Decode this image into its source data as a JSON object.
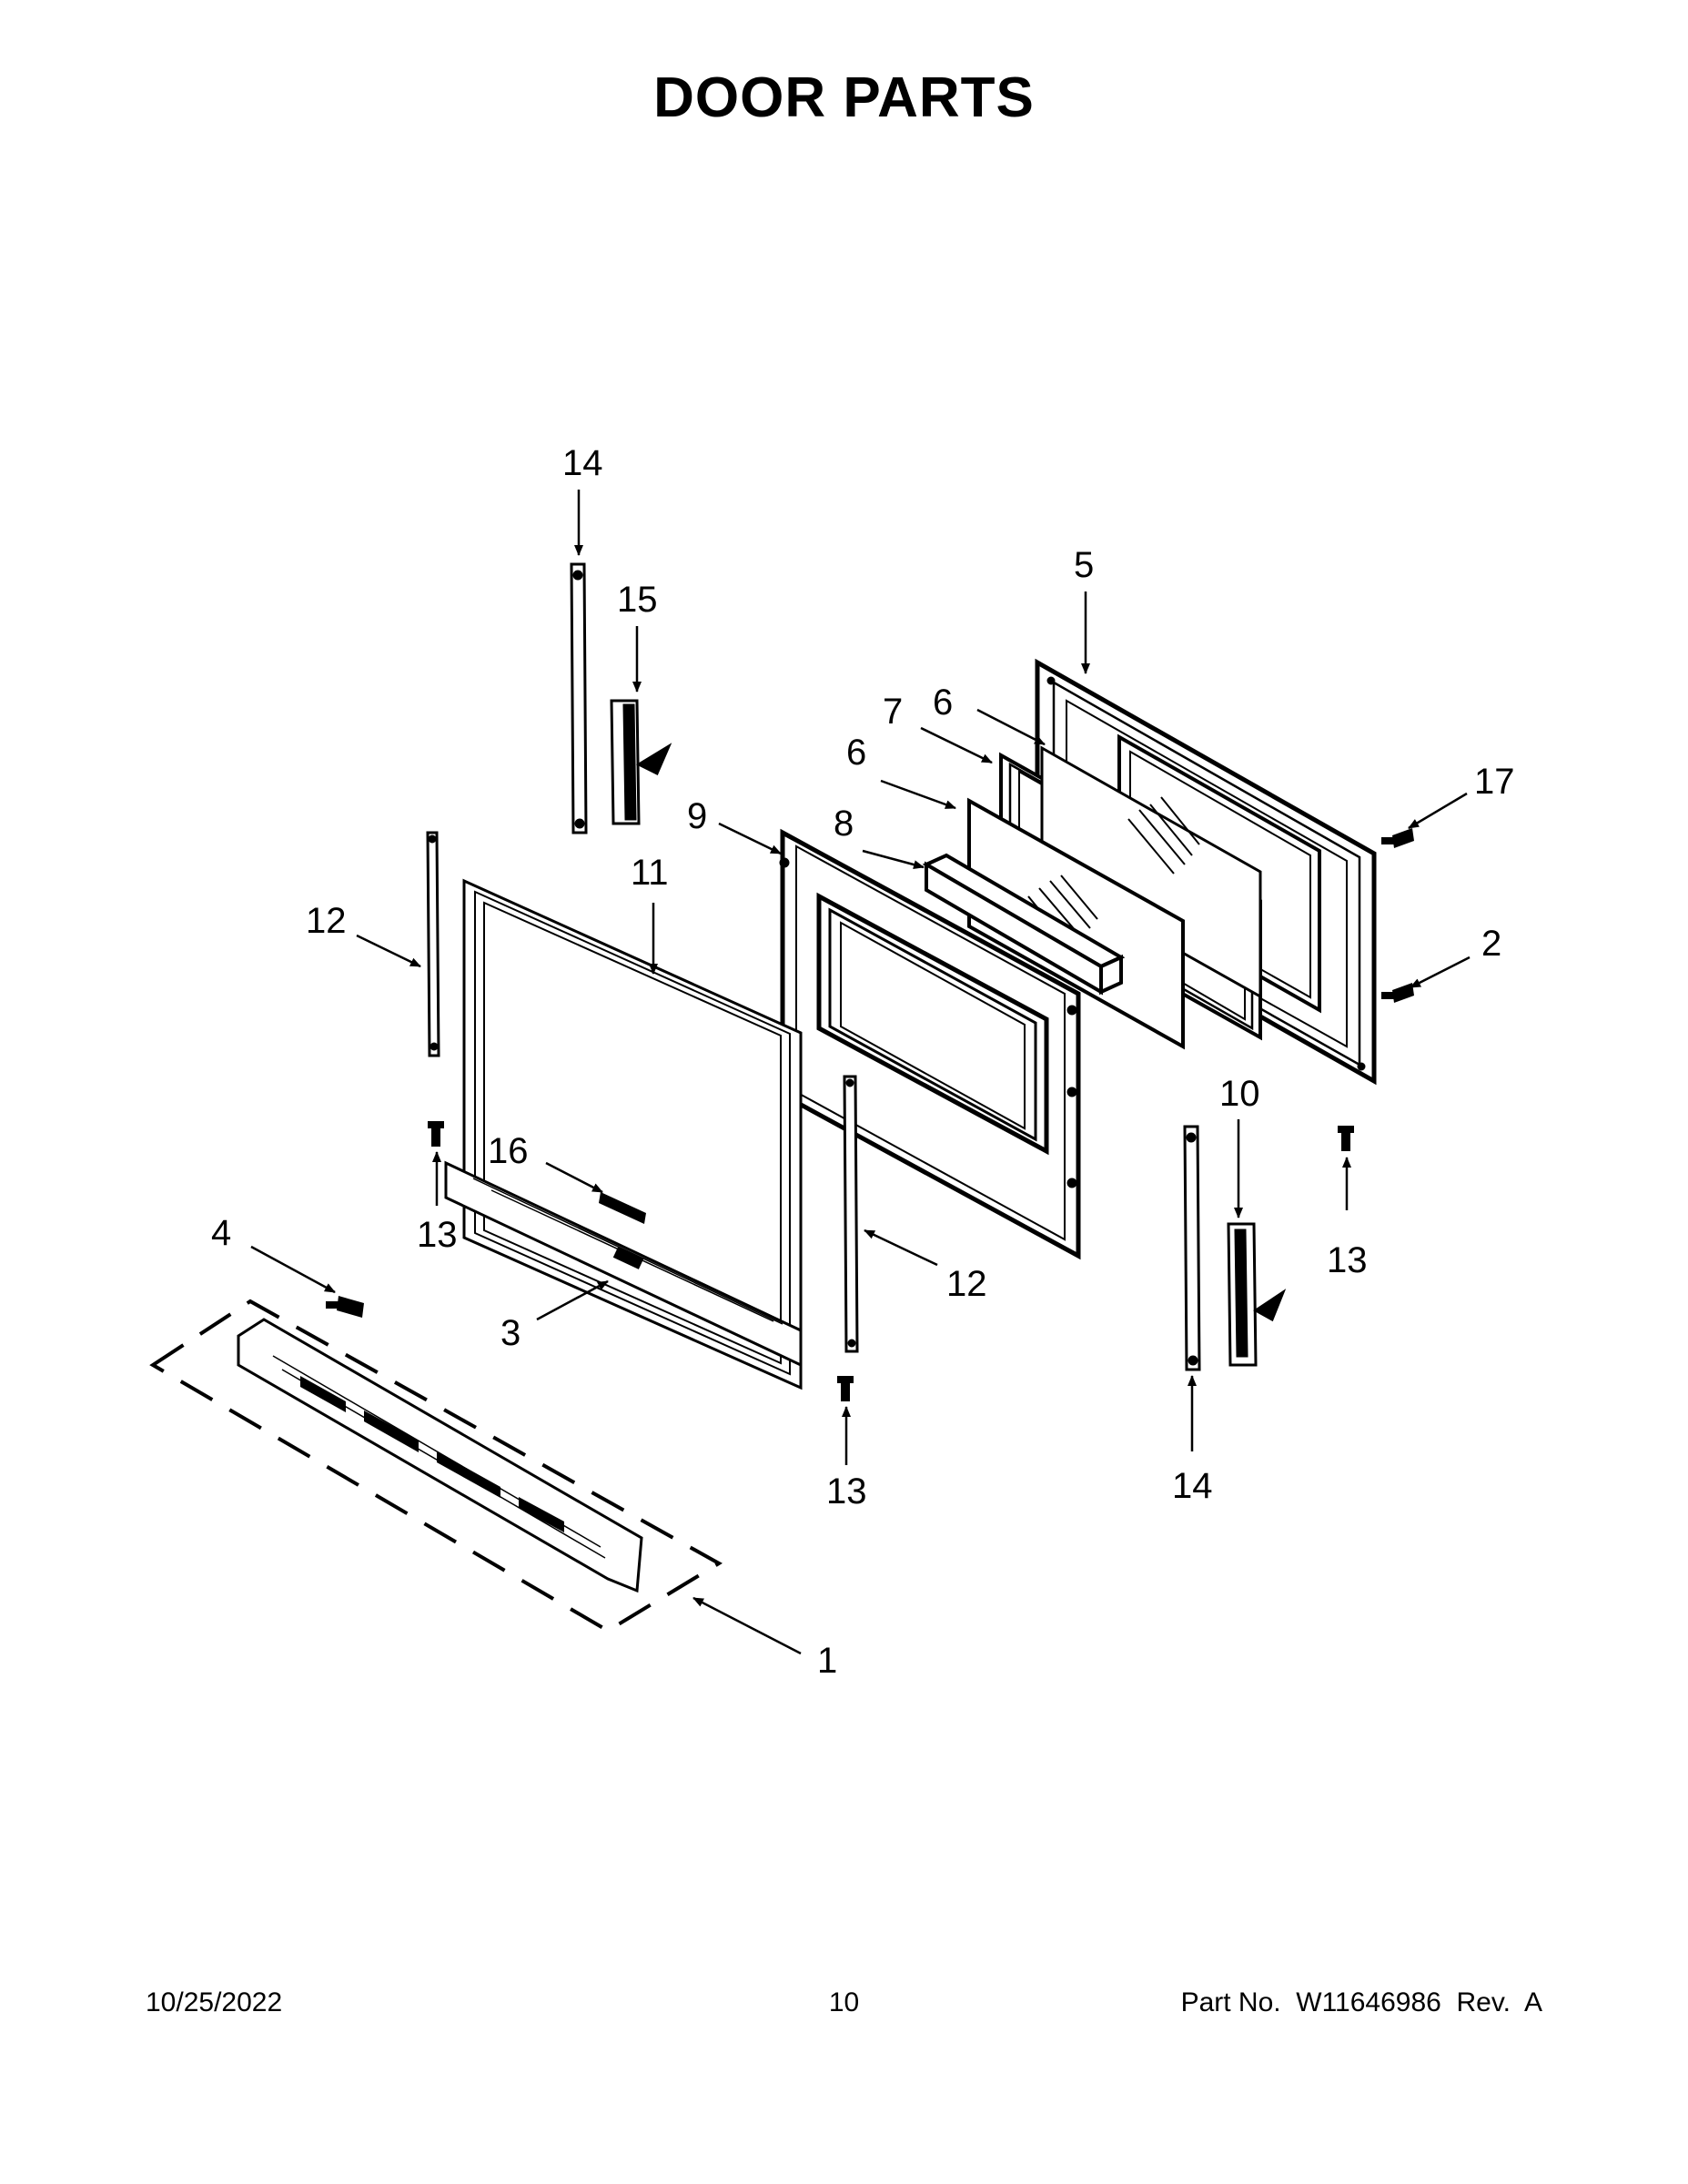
{
  "page": {
    "title": "DOOR PARTS",
    "footer": {
      "date": "10/25/2022",
      "page_number": "10",
      "part_no": "Part No.  W11646986  Rev.  A"
    }
  },
  "callouts": {
    "c1": "1",
    "c2": "2",
    "c3": "3",
    "c4": "4",
    "c5": "5",
    "c6a": "6",
    "c6b": "6",
    "c7": "7",
    "c8": "8",
    "c9": "9",
    "c10": "10",
    "c11": "11",
    "c12a": "12",
    "c12b": "12",
    "c13a": "13",
    "c13b": "13",
    "c13c": "13",
    "c14a": "14",
    "c14b": "14",
    "c15": "15",
    "c16": "16",
    "c17": "17"
  }
}
